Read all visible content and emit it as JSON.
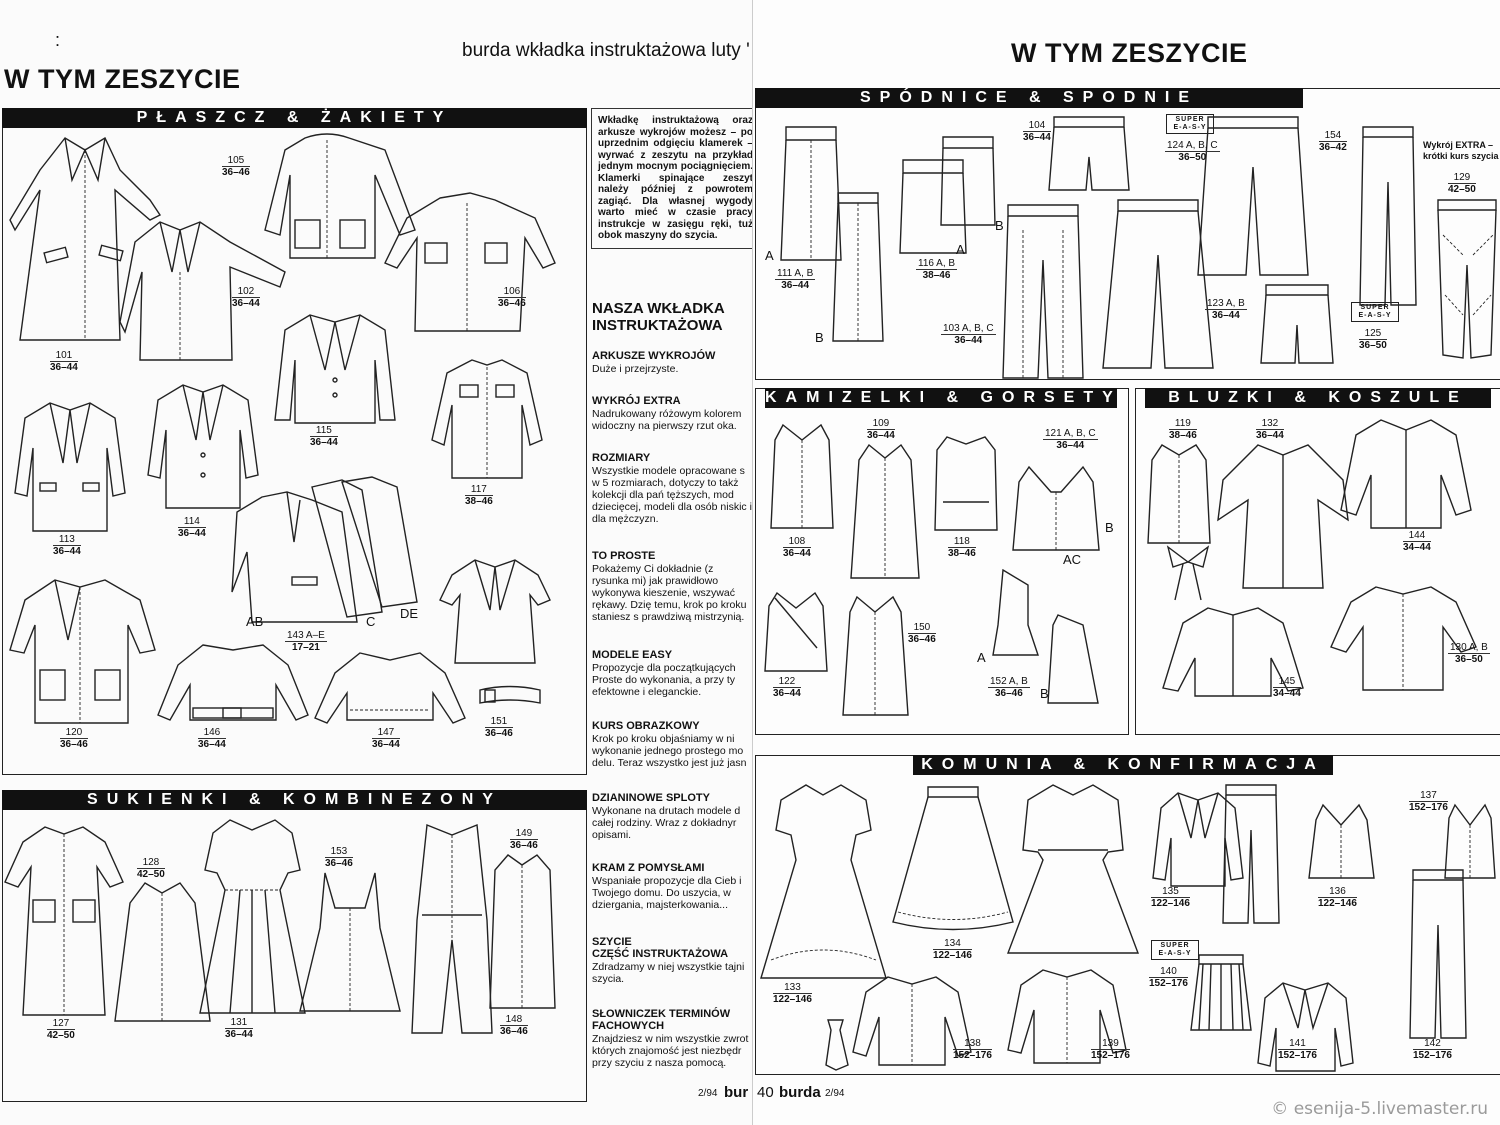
{
  "left": {
    "marker": ":",
    "header": "burda wkładka instruktażowa luty '",
    "title": "W TYM ZESZYCIE",
    "section1": "PŁASZCZ & ŻAKIETY",
    "section2": "SUKIENKI & KOMBINEZONY",
    "models": [
      {
        "n": "101",
        "s": "36–44"
      },
      {
        "n": "105",
        "s": "36–46"
      },
      {
        "n": "102",
        "s": "36–44"
      },
      {
        "n": "106",
        "s": "36–46"
      },
      {
        "n": "115",
        "s": "36–44"
      },
      {
        "n": "117",
        "s": "38–46"
      },
      {
        "n": "113",
        "s": "36–44"
      },
      {
        "n": "114",
        "s": "36–44"
      },
      {
        "n": "143 A–E",
        "s": "17–21"
      },
      {
        "n": "120",
        "s": "36–46"
      },
      {
        "n": "146",
        "s": "36–44"
      },
      {
        "n": "147",
        "s": "36–44"
      },
      {
        "n": "151",
        "s": "36–46"
      },
      {
        "n": "128",
        "s": "42–50"
      },
      {
        "n": "127",
        "s": "42–50"
      },
      {
        "n": "131",
        "s": "36–44"
      },
      {
        "n": "153",
        "s": "36–46"
      },
      {
        "n": "149",
        "s": "36–46"
      },
      {
        "n": "148",
        "s": "36–46"
      }
    ],
    "variant_letters": [
      "AB",
      "C",
      "DE"
    ],
    "info_box": "Wkładkę instruktażową oraz arkusze wykrojów możesz – po uprzednim odgięciu klamerek – wyrwać z zeszytu na przykład jednym mocnym pociągnięciem. Klamerki spinające zeszyt należy później z powrotem zagiąć. Dla własnej wygody warto mieć w czasie pracy instrukcje w zasięgu ręki, tuż obok maszyny do szycia.",
    "insert_title": "NASZA WKŁADKA INSTRUKTAŻOWA",
    "sections": [
      {
        "h": "ARKUSZE WYKROJÓW",
        "b": "Duże i przejrzyste."
      },
      {
        "h": "WYKRÓJ EXTRA",
        "b": "Nadrukowany różowym kolorem widoczny na pierwszy rzut oka."
      },
      {
        "h": "ROZMIARY",
        "b": "Wszystkie modele opracowane s w 5 rozmiarach, dotyczy to takż kolekcji dla pań tęższych, mod dziecięcej, modeli dla osób niskic i dla mężczyzn."
      },
      {
        "h": "TO PROSTE",
        "b": "Pokażemy Ci dokładnie (z rysunka mi) jak prawidłowo wykonywa kieszenie, wszywać rękawy. Dzię temu, krok po kroku staniesz s prawdziwą mistrzynią."
      },
      {
        "h": "MODELE EASY",
        "b": "Propozycje dla początkujących Proste do wykonania, a przy ty efektowne i eleganckie."
      },
      {
        "h": "KURS OBRAZKOWY",
        "b": "Krok po kroku objaśniamy w ni wykonanie jednego prostego mo delu. Teraz wszystko jest już jasn"
      },
      {
        "h": "DZIANINOWE SPLOTY",
        "b": "Wykonane na drutach modele d całej rodziny. Wraz z dokładnyr opisami."
      },
      {
        "h": "KRAM Z POMYSŁAMI",
        "b": "Wspaniałe propozycje dla Cieb i Twojego domu. Do uszycia, w dziergania, majsterkowania..."
      },
      {
        "h": "SZYCIE\nCZĘŚĆ INSTRUKTAŻOWA",
        "b": "Zdradzamy w niej wszystkie tajni szycia."
      },
      {
        "h": "SŁOWNICZEK TERMINÓW FACHOWYCH",
        "b": "Znajdziesz w nim wszystkie zwrot których znajomość jest niezbędr przy szyciu z nasza pomocą."
      }
    ],
    "folio": "2/94",
    "folio_brand": "bur"
  },
  "right": {
    "title": "W TYM ZESZYCIE",
    "section1": "SPÓDNICE & SPODNIE",
    "section2": "KAMIZELKI & GORSETY",
    "section3": "BLUZKI & KOSZULE",
    "section4": "KOMUNIA & KONFIRMACJA",
    "models": [
      {
        "n": "104",
        "s": "36–44"
      },
      {
        "n": "124 A, B, C",
        "s": "36–50"
      },
      {
        "n": "154",
        "s": "36–42"
      },
      {
        "n": "129",
        "s": "42–50"
      },
      {
        "n": "111 A, B",
        "s": "36–44"
      },
      {
        "n": "116 A, B",
        "s": "38–46"
      },
      {
        "n": "123 A, B",
        "s": "36–44"
      },
      {
        "n": "103 A, B, C",
        "s": "36–44"
      },
      {
        "n": "125",
        "s": "36–50"
      },
      {
        "n": "109",
        "s": "36–44"
      },
      {
        "n": "121 A, B, C",
        "s": "36–44"
      },
      {
        "n": "108",
        "s": "36–44"
      },
      {
        "n": "118",
        "s": "38–46"
      },
      {
        "n": "150",
        "s": "36–46"
      },
      {
        "n": "122",
        "s": "36–44"
      },
      {
        "n": "152 A, B",
        "s": "36–46"
      },
      {
        "n": "119",
        "s": "38–46"
      },
      {
        "n": "132",
        "s": "36–44"
      },
      {
        "n": "144",
        "s": "34–44"
      },
      {
        "n": "130 A, B",
        "s": "36–50"
      },
      {
        "n": "145",
        "s": "34–44"
      },
      {
        "n": "137",
        "s": "152–176"
      },
      {
        "n": "135",
        "s": "122–146"
      },
      {
        "n": "136",
        "s": "122–146"
      },
      {
        "n": "134",
        "s": "122–146"
      },
      {
        "n": "133",
        "s": "122–146"
      },
      {
        "n": "140",
        "s": "152–176"
      },
      {
        "n": "138",
        "s": "152–176"
      },
      {
        "n": "139",
        "s": "152–176"
      },
      {
        "n": "141",
        "s": "152–176"
      },
      {
        "n": "142",
        "s": "152–176"
      }
    ],
    "extra_note": "Wykrój EXTRA – krótki kurs szycia",
    "super_easy": "SUPER E-A-S-Y",
    "letters": [
      "A",
      "B",
      "A",
      "B",
      "B",
      "AC",
      "A",
      "B"
    ],
    "folio_num": "40",
    "folio_brand": "burda",
    "folio": "2/94"
  },
  "watermark": "© esenija-5.livemaster.ru"
}
